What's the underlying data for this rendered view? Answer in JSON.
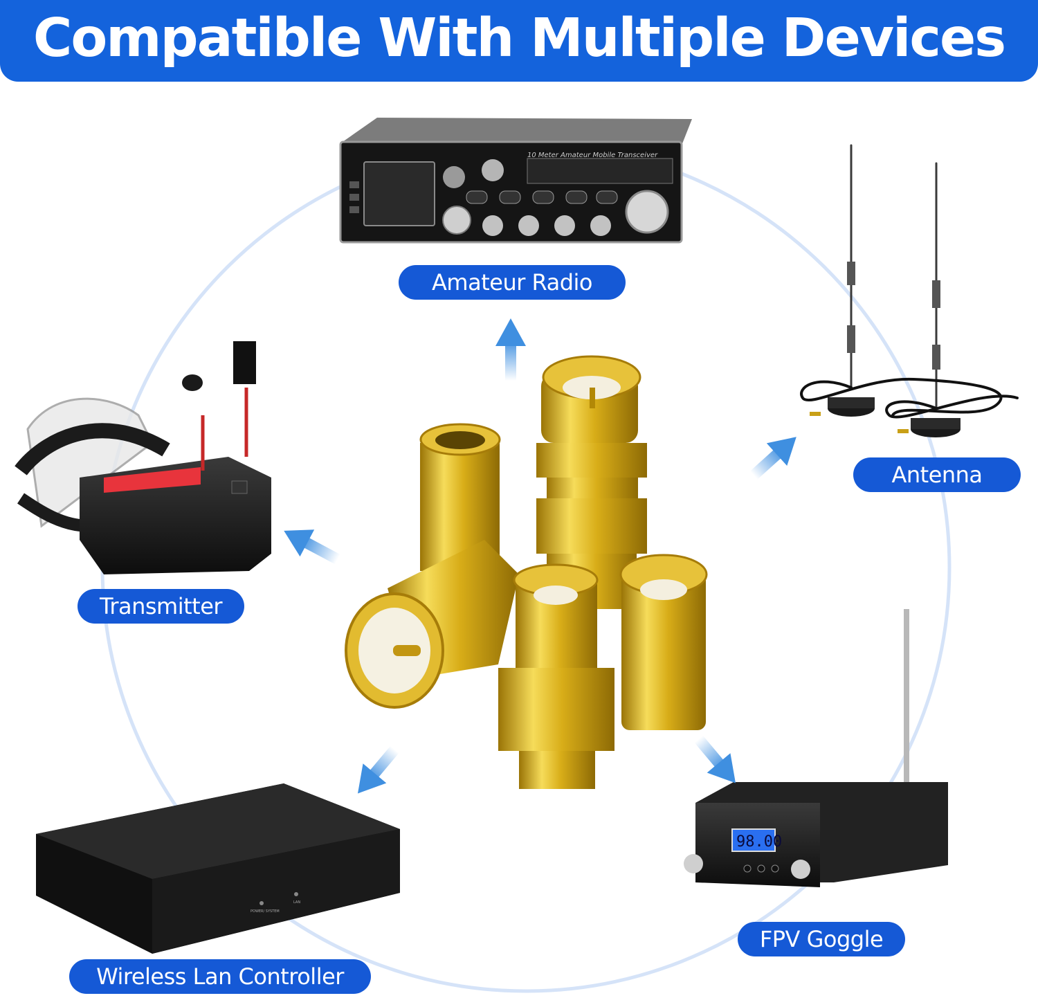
{
  "banner": {
    "title": "Compatible With Multiple Devices",
    "color": "#1463dc"
  },
  "labels": {
    "amateur_radio": "Amateur Radio",
    "antenna": "Antenna",
    "transmitter": "Transmitter",
    "fpv_goggle": "FPV Goggle",
    "wireless_lan_controller": "Wireless Lan Controller"
  },
  "devices": {
    "radio_panel_text": "10 Meter Amateur Mobile Transceiver",
    "fm_display_text": "98.00",
    "lan_led_labels": [
      "POWER/ SYSTEM",
      "LAN"
    ]
  },
  "colors": {
    "label_pill": "#1559d6",
    "arrow": "#3f8fe0",
    "circle": "#d5e3f8",
    "gold": "#d8ad18"
  }
}
